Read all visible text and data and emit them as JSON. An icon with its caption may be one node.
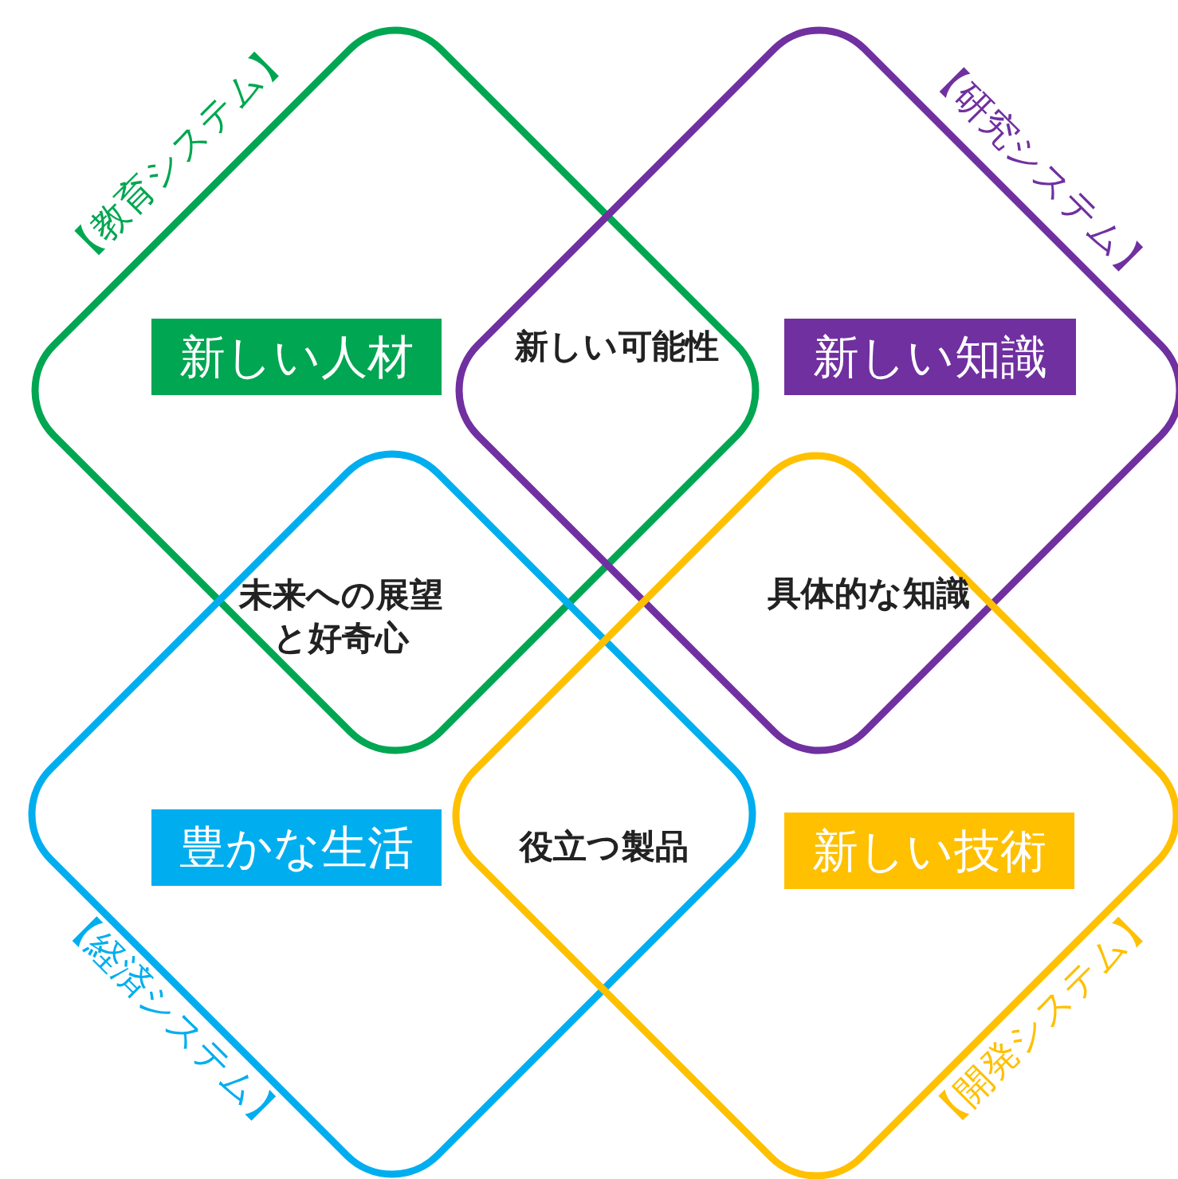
{
  "diagram": {
    "nodes": [
      {
        "text": [
          "【教育システム】"
        ]
      },
      {
        "text": [
          "【研究システム】"
        ]
      },
      {
        "text": [
          "【経済システム】"
        ]
      },
      {
        "text": [
          "【開発システム】"
        ]
      },
      {
        "text": [
          "新しい人材"
        ],
        "in": 0
      },
      {
        "text": [
          "新しい知識"
        ],
        "in": 1
      },
      {
        "text": [
          "豊かな生活"
        ],
        "in": 2
      },
      {
        "text": [
          "新しい技術"
        ],
        "in": 3
      }
    ],
    "labels": [
      "新しい可能性",
      "未来への展望と好奇心",
      "具体的な知識",
      "役立つ製品"
    ]
  }
}
